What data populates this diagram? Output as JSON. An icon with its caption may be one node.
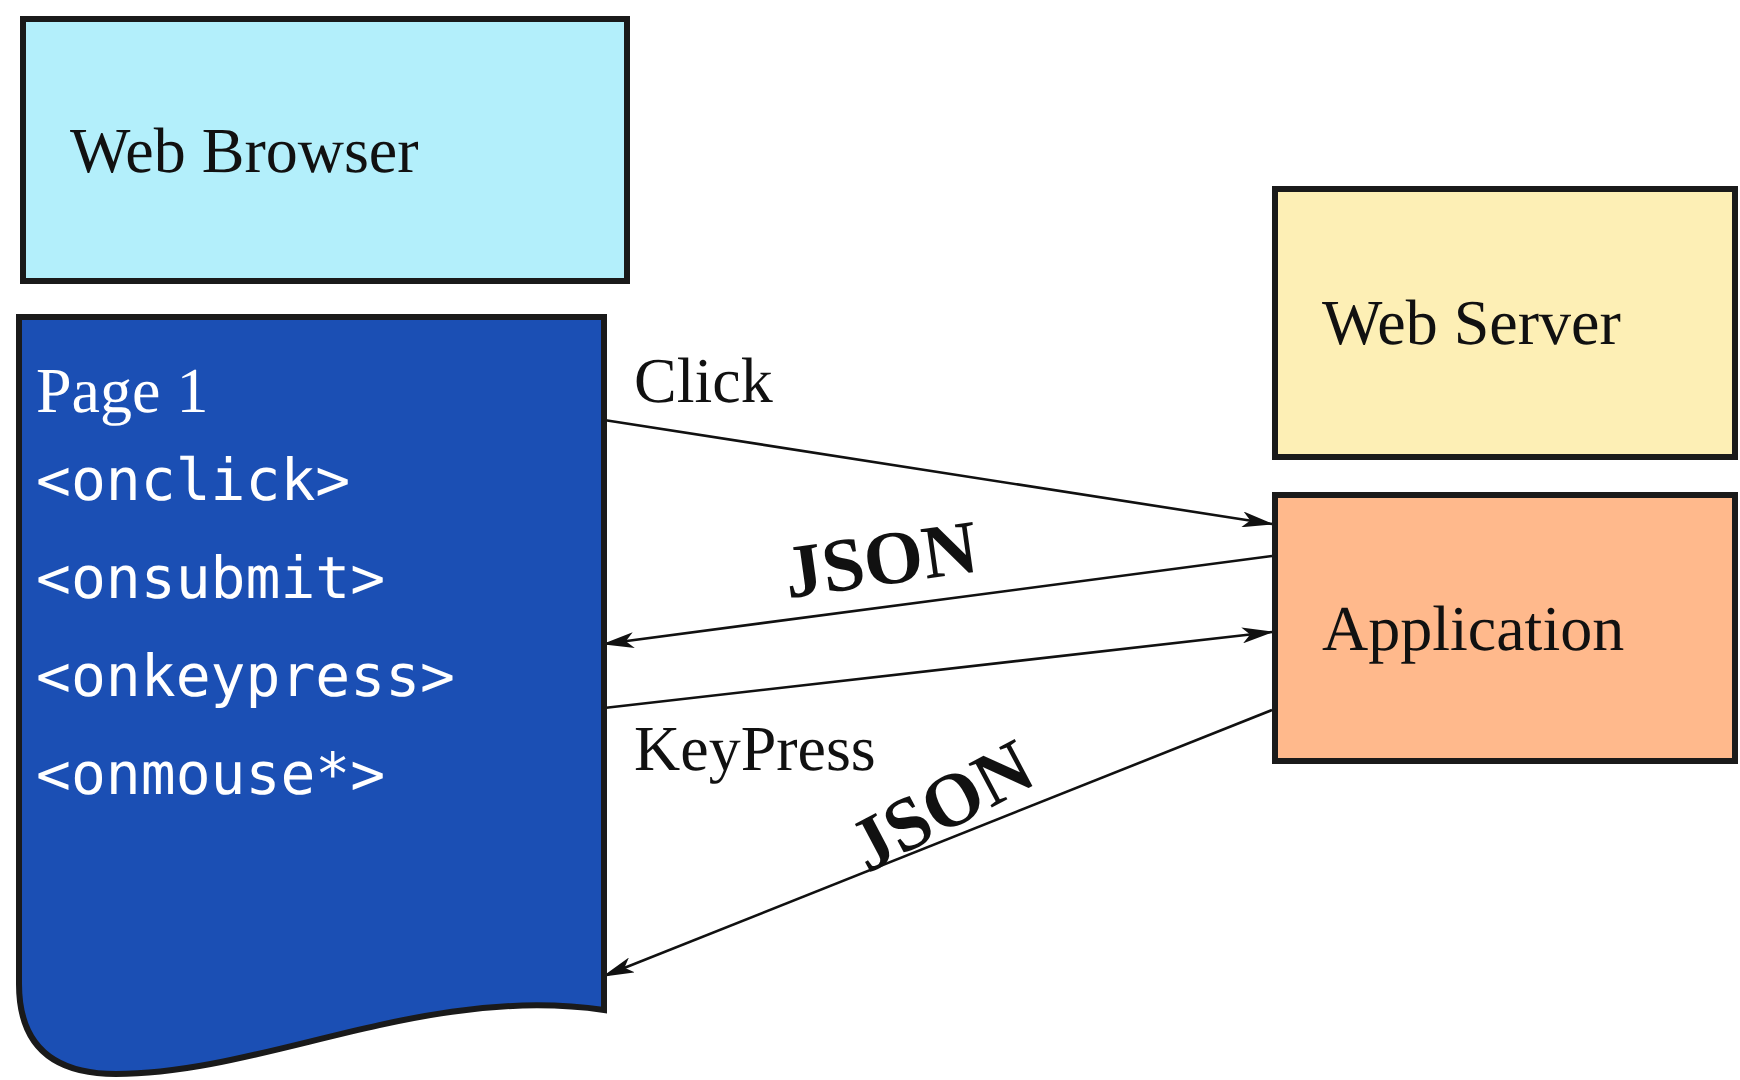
{
  "diagram": {
    "nodes": [
      {
        "text": [
          "Web Browser"
        ]
      },
      {
        "text": [
          "Page 1",
          "<onclick>",
          "<onsubmit>",
          "<onkeypress>",
          "<onmouse*>"
        ]
      },
      {
        "text": [
          "Web Server"
        ]
      },
      {
        "text": [
          "Application"
        ]
      }
    ],
    "edges": [
      {
        "from": 1,
        "to": 3,
        "arrow": "to",
        "label": "Click"
      },
      {
        "from": 3,
        "to": 1,
        "arrow": "to",
        "label": "JSON"
      },
      {
        "from": 1,
        "to": 3,
        "arrow": "to",
        "label": "KeyPress"
      },
      {
        "from": 3,
        "to": 1,
        "arrow": "to",
        "label": "JSON"
      }
    ]
  }
}
